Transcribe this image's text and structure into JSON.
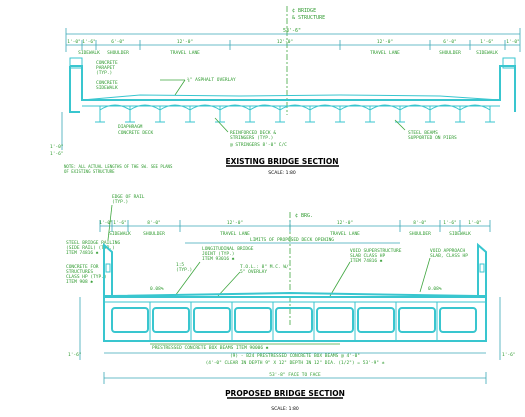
{
  "existing": {
    "centerline": "¢ BRIDGE",
    "station": "& STRUCTURE",
    "overall_width": "53'-6\"",
    "deck_dims": [
      "1'-0\"",
      "1'-6\"",
      "6'-0\"",
      "12'-0\"",
      "12'-0\"",
      "12'-0\"",
      "6'-0\"",
      "1'-6\"",
      "1'-0\""
    ],
    "deck_labels": [
      "SIDEWALK",
      "SHOULDER",
      "TRAVEL LANE",
      "TRAVEL LANE",
      "SHOULDER",
      "SIDEWALK"
    ],
    "left_parapet": [
      "CONCRETE",
      "PARAPET",
      "(TYP.)"
    ],
    "left_sidewalk": [
      "CONCRETE",
      "SIDEWALK"
    ],
    "overlay": "¾\" ASPHALT OVERLAY",
    "diaphragm": "DIAPHRAGM",
    "deck_note": "CONCRETE DECK",
    "rebars": [
      "REINFORCED DECK &",
      "STRINGERS (TYP.)"
    ],
    "stringer_note": "@ STRINGERS 8'-0\" C/C",
    "steel": [
      "STEEL BEAMS",
      "SUPPORTED ON PIERS"
    ],
    "left_cap": "1'-0\"",
    "bottom_dim": "1'-6\"",
    "note": [
      "NOTE: ALL ACTUAL LENGTHS OF THE SW. SEE PLANS",
      "OF EXISTING STRUCTURE"
    ],
    "title": "EXISTING BRIDGE SECTION",
    "scale": "SCALE: 1:80"
  },
  "proposed": {
    "edge_of_rail": [
      "EDGE OF RAIL",
      "(TYP.)"
    ],
    "centerline": "¢ BRG.",
    "deck_dims": [
      "1'-0\"",
      "1'-6\"",
      "8'-0\"",
      "12'-0\"",
      "12'-0\"",
      "8'-0\"",
      "1'-6\"",
      "1'-0\""
    ],
    "deck_labels": [
      "SIDEWALK",
      "SHOULDER",
      "TRAVEL LANE",
      "TRAVEL LANE",
      "SHOULDER",
      "SIDEWALK"
    ],
    "limits": "LIMITS OF PROPOSED DECK OPENING",
    "railing": [
      "STEEL BRIDGE RAILING",
      "(SIDE RAIL) (TYP.)",
      "ITEM 74816 ✱"
    ],
    "parapet": [
      "CONCRETE FOR",
      "STRUCTURES",
      "CLASS HP (TYP.)",
      "ITEM 908 ✱"
    ],
    "joint": [
      "LONGITUDINAL BRIDGE",
      "JOINT (TYP.)",
      "ITEM 93016 ✱"
    ],
    "overlay_l": [
      "1:5",
      "(TYP.)"
    ],
    "overlay": [
      "T.O.L.: 8\" M.C. W/",
      "5\" OVERLAY"
    ],
    "superstructure": [
      "VOID SUPERSTRUCTURE",
      "SLAB CLASS HP",
      "ITEM 74816 ✱"
    ],
    "approach": [
      "VOID APPROACH",
      "SLAB, CLASS HP"
    ],
    "crown": "0.08%",
    "left_dim": "1'-6\"",
    "right_dim": "1'-6\"",
    "beam_note": "PRESTRESSED CONCRETE BOX BEAMS ITEM 90006 ✱",
    "beam_count": "(9) - B24 PRESTRESSED CONCRETE BOX BEAMS @ 4'-0\"",
    "depth_note": "(4'-0\" CLEAR IN DEPTH 9\" X 12\" DEPTH IN 12\" DIA. (1/2\") = 53'-9\" ±",
    "overall": "53'-8\" FACE TO FACE",
    "title": "PROPOSED BRIDGE SECTION",
    "scale": "SCALE: 1:80"
  }
}
